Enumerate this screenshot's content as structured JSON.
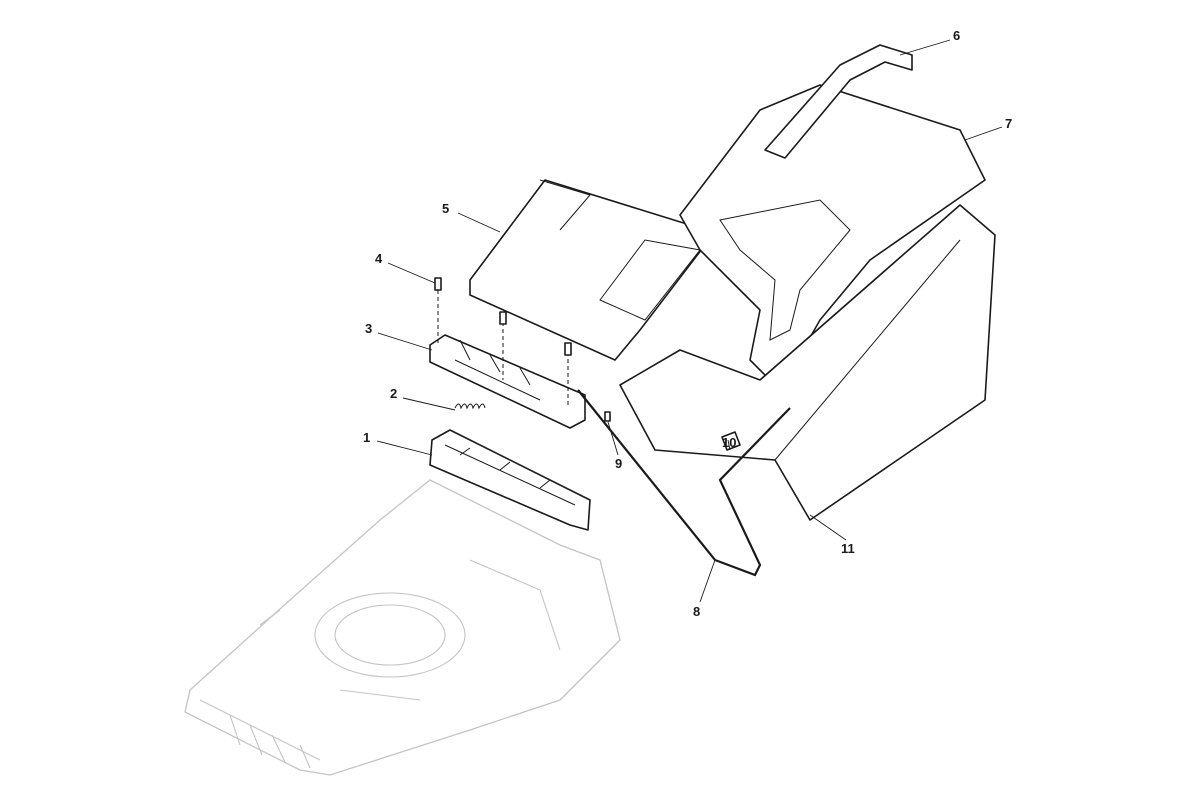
{
  "diagram": {
    "type": "exploded-parts-diagram",
    "callouts": [
      {
        "id": "1",
        "label": "1"
      },
      {
        "id": "2",
        "label": "2"
      },
      {
        "id": "3",
        "label": "3"
      },
      {
        "id": "4",
        "label": "4"
      },
      {
        "id": "5",
        "label": "5"
      },
      {
        "id": "6",
        "label": "6"
      },
      {
        "id": "7",
        "label": "7"
      },
      {
        "id": "8",
        "label": "8"
      },
      {
        "id": "9",
        "label": "9"
      },
      {
        "id": "10",
        "label": "10"
      },
      {
        "id": "11",
        "label": "11"
      }
    ]
  }
}
